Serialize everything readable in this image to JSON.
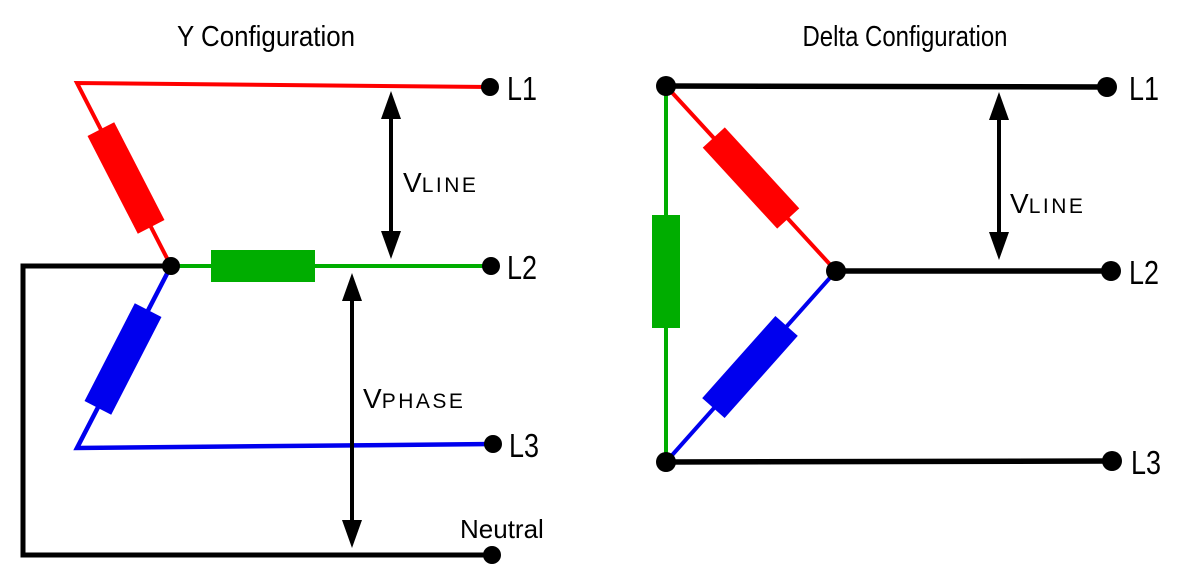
{
  "colors": {
    "phase_red": "#ff0000",
    "phase_green": "#00ad00",
    "phase_blue": "#0000ee",
    "wire_black": "#000000"
  },
  "y_diagram": {
    "title": "Y Configuration",
    "terminals": {
      "l1": "L1",
      "l2": "L2",
      "l3": "L3",
      "neutral": "Neutral"
    },
    "dimensions": {
      "vline_main": "V",
      "vline_sub": "LINE",
      "vphase_main": "V",
      "vphase_sub": "PHASE"
    }
  },
  "delta_diagram": {
    "title": "Delta Configuration",
    "terminals": {
      "l1": "L1",
      "l2": "L2",
      "l3": "L3"
    },
    "dimensions": {
      "vline_main": "V",
      "vline_sub": "LINE"
    }
  }
}
